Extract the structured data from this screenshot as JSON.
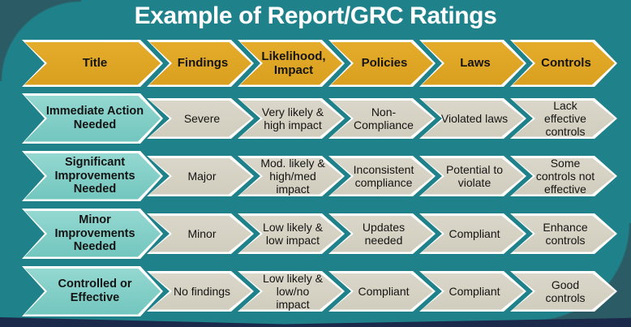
{
  "title": "Example of Report/GRC Ratings",
  "colors": {
    "background_teal": "#1F828B",
    "corner_slate": "#2B5C65",
    "bottom_bar_navy": "#1B2A4A",
    "header_orange": "#DFA527",
    "row_label_teal": "#7FCEC7",
    "cell_tan": "#D6D2C4",
    "outline_white": "#FFFFFF",
    "text_dark": "#141414",
    "title_white": "#FFFFFF"
  },
  "table": {
    "header": [
      "Title",
      "Findings",
      "Likelihood, Impact",
      "Policies",
      "Laws",
      "Controls"
    ],
    "rows": [
      {
        "label": "Immediate Action Needed",
        "cells": [
          "Severe",
          "Very likely & high impact",
          "Non-Compliance",
          "Violated laws",
          "Lack effective controls"
        ]
      },
      {
        "label": "Significant Improvements Needed",
        "cells": [
          "Major",
          "Mod. likely & high/med impact",
          "Inconsistent compliance",
          "Potential to violate",
          "Some controls not effective"
        ]
      },
      {
        "label": "Minor Improvements Needed",
        "cells": [
          "Minor",
          "Low likely & low impact",
          "Updates needed",
          "Compliant",
          "Enhance controls"
        ]
      },
      {
        "label": "Controlled or Effective",
        "cells": [
          "No findings",
          "Low likely & low/no impact",
          "Compliant",
          "Compliant",
          "Good controls"
        ]
      }
    ]
  }
}
